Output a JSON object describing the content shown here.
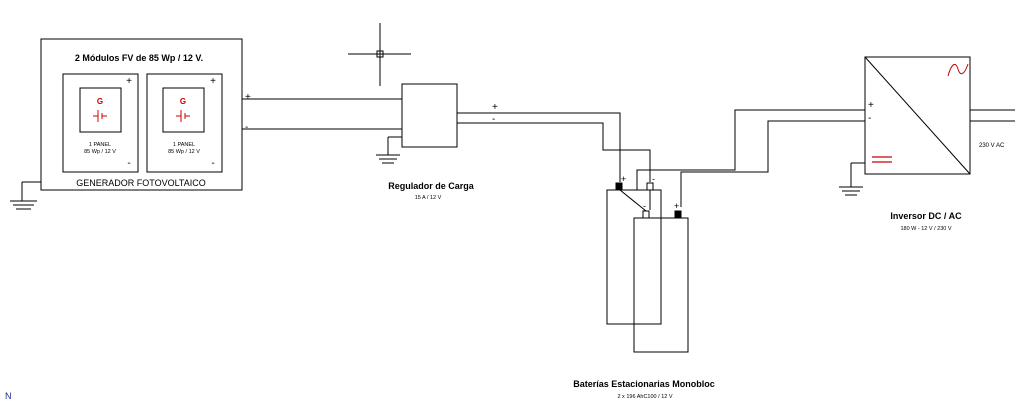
{
  "generator": {
    "title": "2 Módulos FV de 85 Wp / 12 V.",
    "footer": "GENERADOR FOTOVOLTAICO",
    "plus": "+",
    "minus": "-",
    "panels": [
      {
        "symbol": "G",
        "line1": "1 PANEL",
        "line2": "85 Wp / 12 V",
        "plus": "+",
        "minus": "-"
      },
      {
        "symbol": "G",
        "line1": "1 PANEL",
        "line2": "85 Wp / 12 V",
        "plus": "+",
        "minus": "-"
      }
    ]
  },
  "regulator": {
    "title": "Regulador de Carga",
    "spec": "15 A / 12 V",
    "out_plus": "+",
    "out_minus": "-"
  },
  "batteries": {
    "title": "Baterías Estacionarias Monobloc",
    "spec": "2 x 196 AhC100 / 12 V",
    "b1_plus": "+",
    "b1_minus": "-",
    "b2_minus": "-",
    "b2_plus": "+"
  },
  "inverter": {
    "title": "Inversor DC / AC",
    "spec": "180 W - 12 V / 230 V",
    "in_plus": "+",
    "in_minus": "-",
    "output": "230 V AC"
  },
  "corner_mark": "N",
  "colors": {
    "line": "#000000",
    "accent": "#cc0000",
    "terminal": "#000000"
  }
}
